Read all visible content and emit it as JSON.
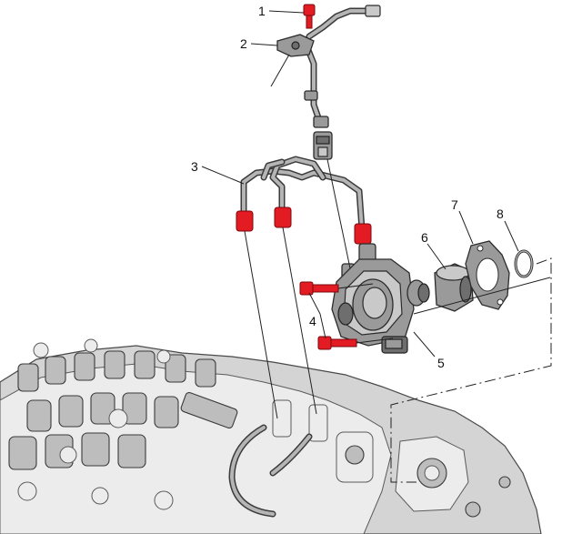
{
  "callouts": {
    "c1": "1",
    "c2": "2",
    "c3": "3",
    "c4": "4",
    "c5": "5",
    "c6": "6",
    "c7": "7",
    "c8": "8"
  },
  "colors": {
    "fastener_red": "#e31b23",
    "part_gray": "#9a9a9a",
    "engine_gray": "#d4d4d4",
    "line": "#222222"
  },
  "parts": [
    "bolt",
    "bracket",
    "fuel-pipe",
    "pump-bolt",
    "high-pressure-fuel-pump",
    "roller-tappet",
    "gasket",
    "o-ring"
  ]
}
